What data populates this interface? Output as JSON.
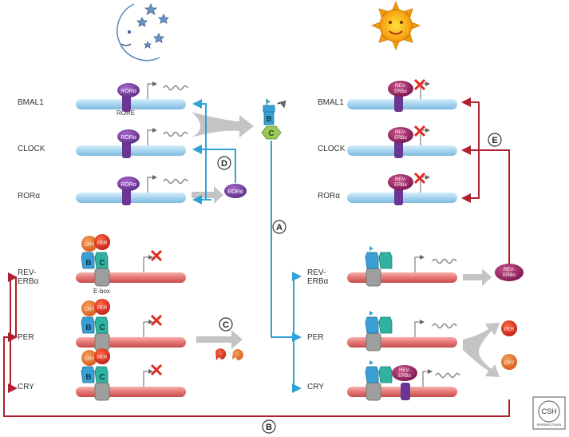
{
  "night_genes": {
    "bmal1": "BMAL1",
    "clock": "CLOCK",
    "rora": "RORα",
    "rora_protein": "RORα",
    "rore": "RORE"
  },
  "day_genes": {
    "bmal1": "BMAL1",
    "clock": "CLOCK",
    "rora": "RORα",
    "reverb_line1": "REV-",
    "reverb_line2": "ERBα"
  },
  "ebox_genes_left": {
    "reverb_line1": "REV-",
    "reverb_line2": "ERBα",
    "per": "PER",
    "cry": "CRY",
    "ebox": "E-box"
  },
  "ebox_genes_right": {
    "reverb_line1": "REV-",
    "reverb_line2": "ERBα",
    "per": "PER",
    "cry": "CRY"
  },
  "complex": {
    "b": "B",
    "c": "C",
    "cry": "CRY",
    "per": "PER"
  },
  "arrows": {
    "a": "A",
    "b": "B",
    "c": "C",
    "d": "D",
    "e": "E"
  },
  "logo": {
    "text": "CSH",
    "subtext": "PERSPECTIVES"
  },
  "colors": {
    "blue_gene": "#a9d6ee",
    "red_gene": "#e8787a",
    "purple": "#7a3f9d",
    "magenta": "#a3286a",
    "cyan": "#3aa0d3",
    "teal": "#2fb3a0",
    "arrow_blue": "#2fa3d6",
    "arrow_red": "#b01f2e",
    "gray": "#bdbdbd"
  },
  "icons": [
    "moon-stars-icon",
    "sun-icon",
    "csh-logo-icon"
  ]
}
